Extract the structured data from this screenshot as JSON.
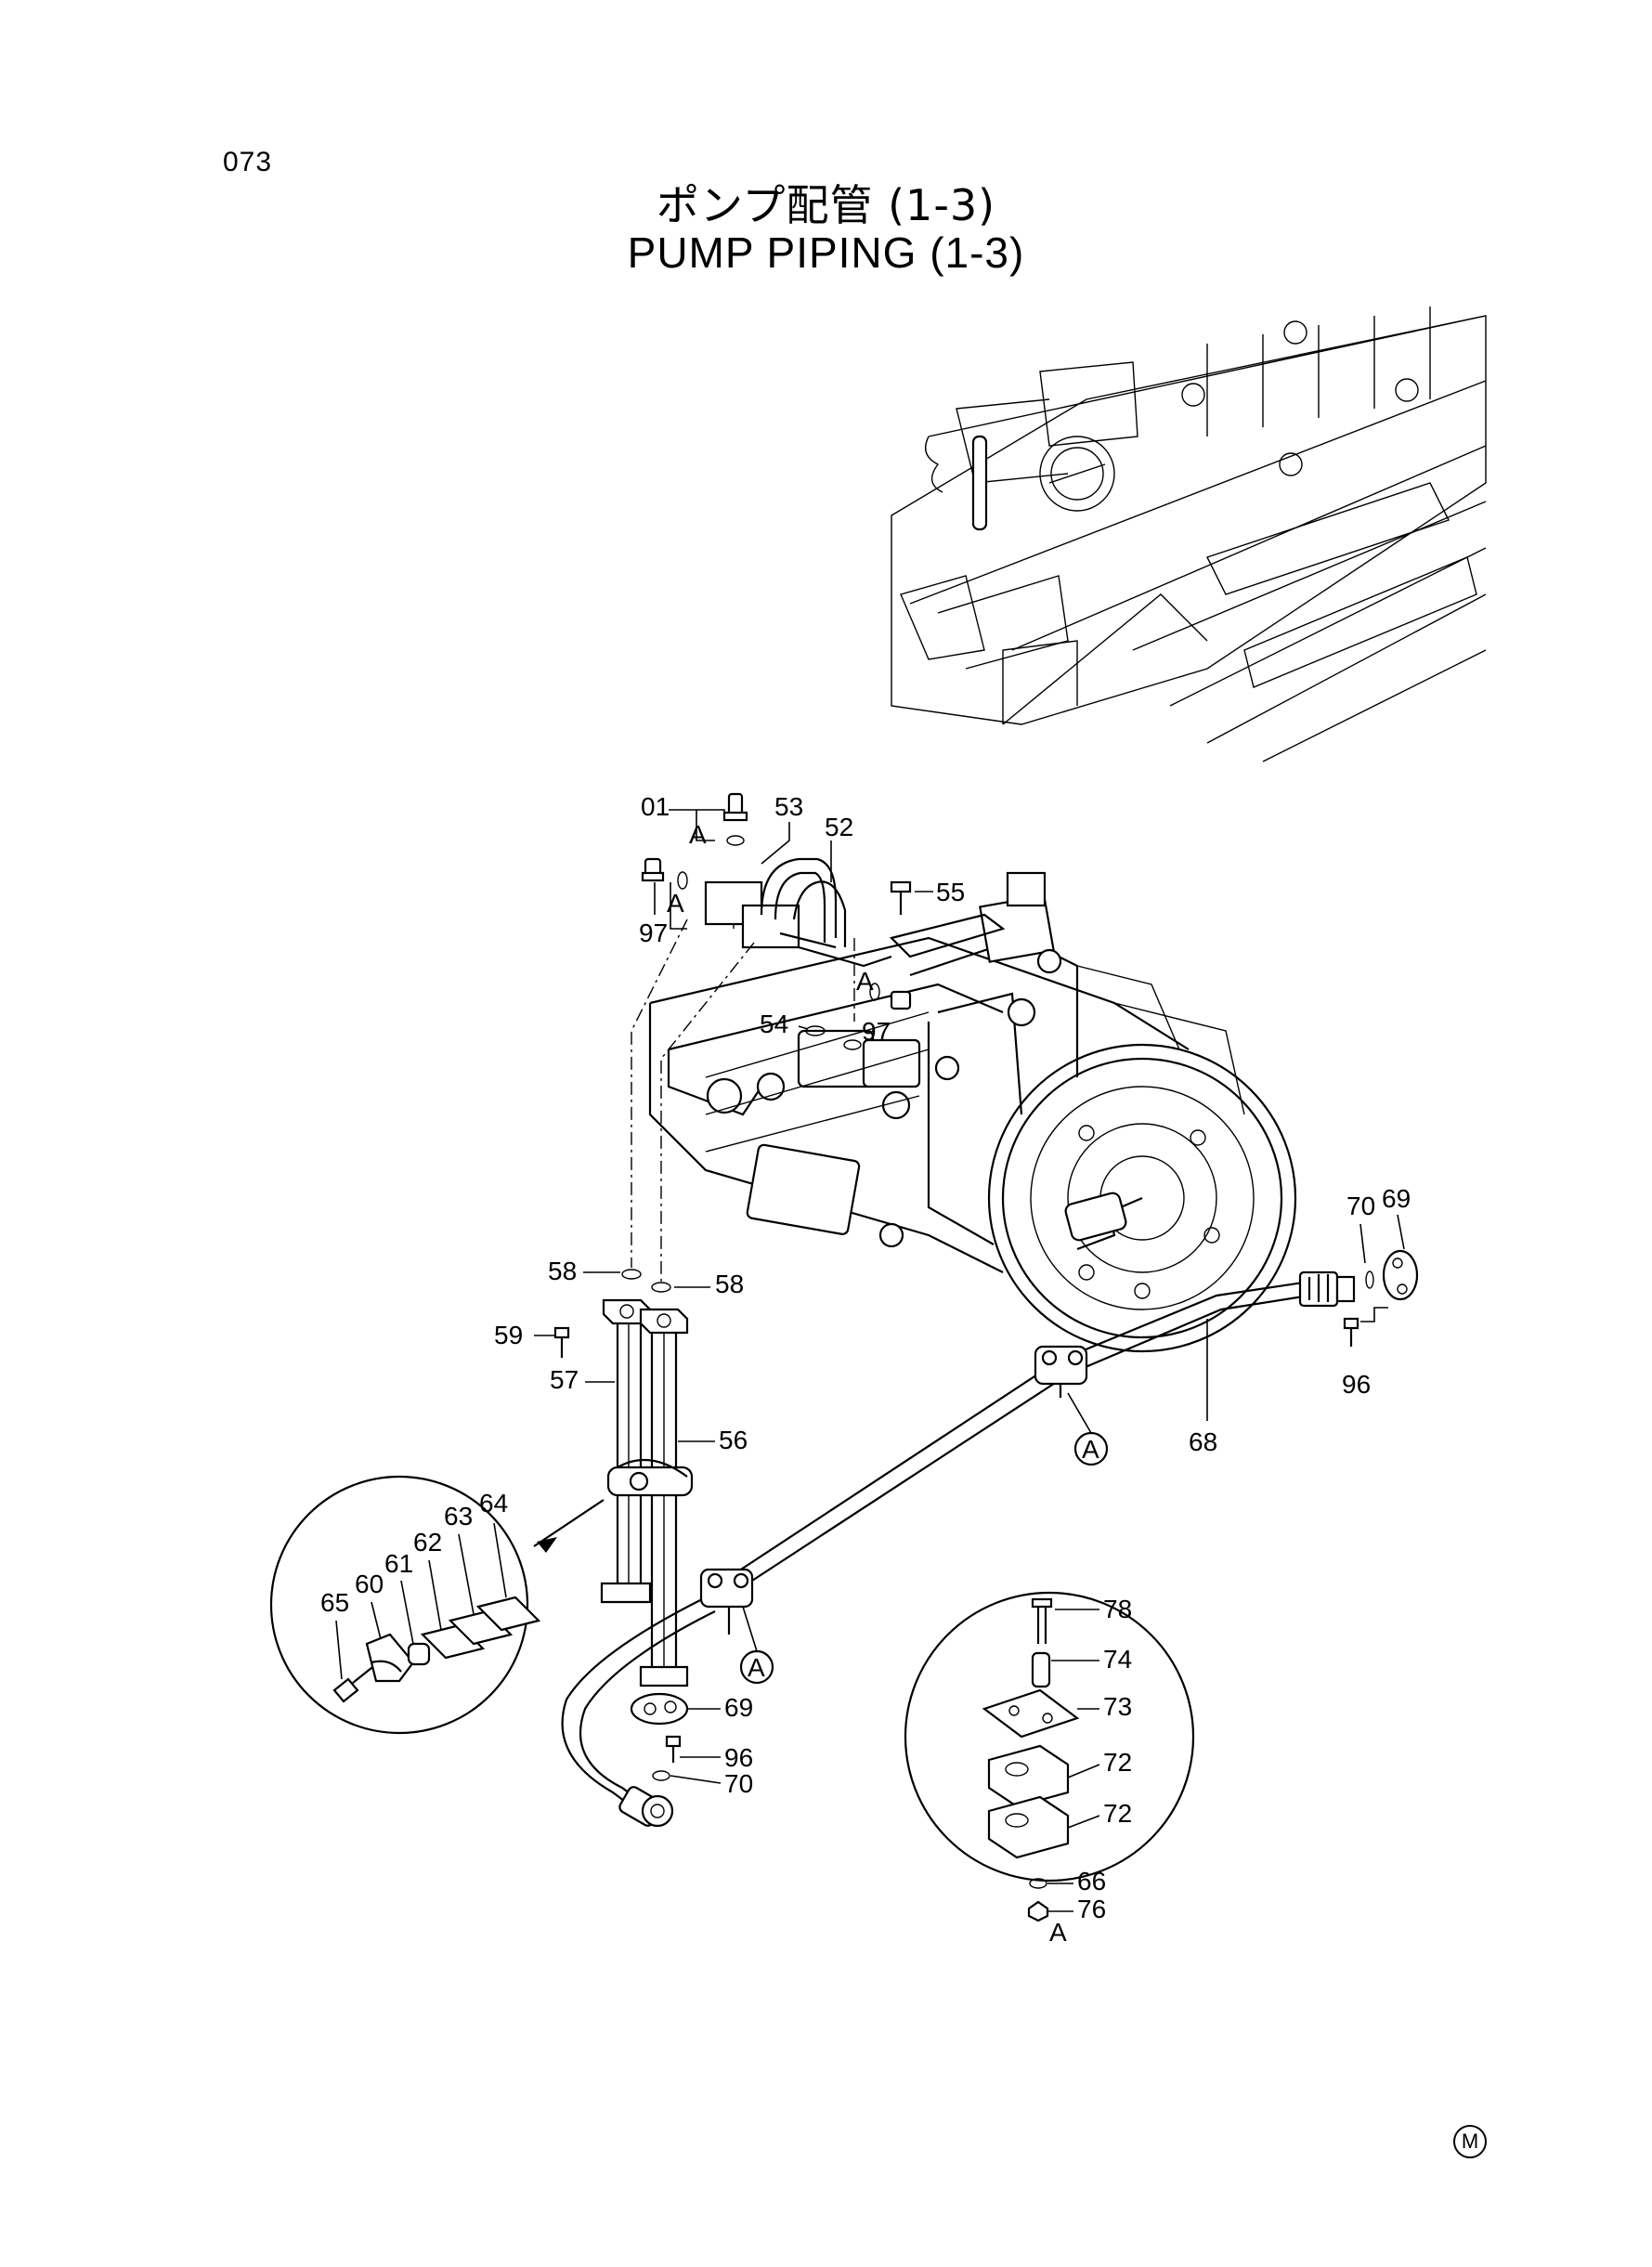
{
  "page_number": "073",
  "title_jp": "ポンプ配管 (1-3)",
  "title_en": "PUMP PIPING (1-3)",
  "view_marker": "A",
  "corner_mark": "M",
  "callouts": {
    "c01": "01",
    "c52": "52",
    "c53": "53",
    "c54": "54",
    "c55": "55",
    "c56": "56",
    "c57": "57",
    "c58a": "58",
    "c58b": "58",
    "c59": "59",
    "c60": "60",
    "c61": "61",
    "c62": "62",
    "c63": "63",
    "c64": "64",
    "c65": "65",
    "c66": "66",
    "c68": "68",
    "c69a": "69",
    "c69b": "69",
    "c70a": "70",
    "c70b": "70",
    "c72a": "72",
    "c72b": "72",
    "c73": "73",
    "c74": "74",
    "c76": "76",
    "c78": "78",
    "c96a": "96",
    "c96b": "96",
    "c97a": "97",
    "c97b": "97",
    "cA1": "A",
    "cA2": "A",
    "cA3": "A",
    "cA4": "A",
    "cA5": "A"
  }
}
